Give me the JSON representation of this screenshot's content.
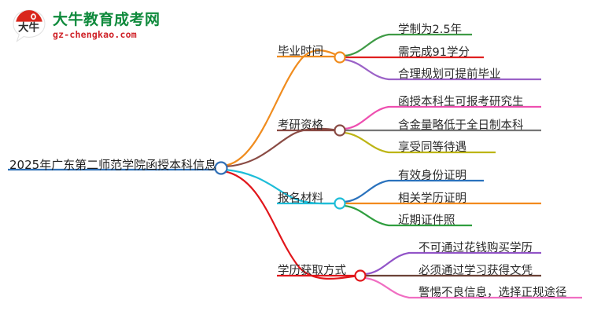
{
  "brand": {
    "logo_icon": "daniu-speech-bubble-logo",
    "name": "大牛教育成考网",
    "domain": "gz-chengkao.com",
    "name_color": "#0f8a3c",
    "domain_color": "#cf2026",
    "mark_color": "#d9261c"
  },
  "mindmap": {
    "root": {
      "label": "2025年广东第二师范学院函授本科信息",
      "color": "#2f6fb5"
    },
    "branches": [
      {
        "label": "毕业时间",
        "color": "#f08c1e",
        "leaves": [
          {
            "label": "学制为2.5年",
            "color": "#3f9b46"
          },
          {
            "label": "需完成91学分",
            "color": "#e02020"
          },
          {
            "label": "合理规划可提前毕业",
            "color": "#9b62c7"
          }
        ]
      },
      {
        "label": "考研资格",
        "color": "#8a4b44",
        "leaves": [
          {
            "label": "函授本科生可报考研究生",
            "color": "#ee4fb0"
          },
          {
            "label": "含金量略低于全日制本科",
            "color": "#767676"
          },
          {
            "label": "享受同等待遇",
            "color": "#bdb516"
          }
        ]
      },
      {
        "label": "报名材料",
        "color": "#1ebdd8",
        "leaves": [
          {
            "label": "有效身份证明",
            "color": "#2a72bd"
          },
          {
            "label": "相关学历证明",
            "color": "#f28a1d"
          },
          {
            "label": "近期证件照",
            "color": "#2f9e3f"
          }
        ]
      },
      {
        "label": "学历获取方式",
        "color": "#e1161b",
        "leaves": [
          {
            "label": "不可通过花钱购买学历",
            "color": "#9254c8"
          },
          {
            "label": "必须通过学习获得文凭",
            "color": "#6b4236"
          },
          {
            "label": "警惕不良信息，选择正规途径",
            "color": "#f06ec2"
          }
        ]
      }
    ]
  }
}
